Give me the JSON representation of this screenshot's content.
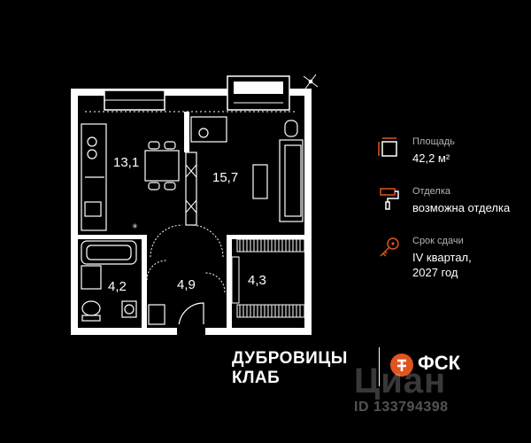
{
  "rooms": {
    "kitchen": "13,1",
    "living": "15,7",
    "bathroom": "4,2",
    "hall": "4,9",
    "storage": "4,3"
  },
  "info": {
    "area": {
      "title": "Площадь",
      "value": "42,2 м²",
      "icon": "floor-area-icon",
      "accent": "#e0541f"
    },
    "finish": {
      "title": "Отделка",
      "value": "возможна отделка",
      "icon": "paint-roller-icon",
      "accent": "#e0541f"
    },
    "delivery": {
      "title": "Срок сдачи",
      "value_line1": "IV квартал,",
      "value_line2": "2027 год",
      "icon": "key-icon",
      "accent": "#e0541f"
    }
  },
  "brand": {
    "line1": "ДУБРОВИЦЫ",
    "line2": "КЛАБ",
    "developer": "ФСК",
    "developer_color": "#e0541f"
  },
  "watermark": {
    "text": "Циан",
    "id": "ID 133794398"
  }
}
